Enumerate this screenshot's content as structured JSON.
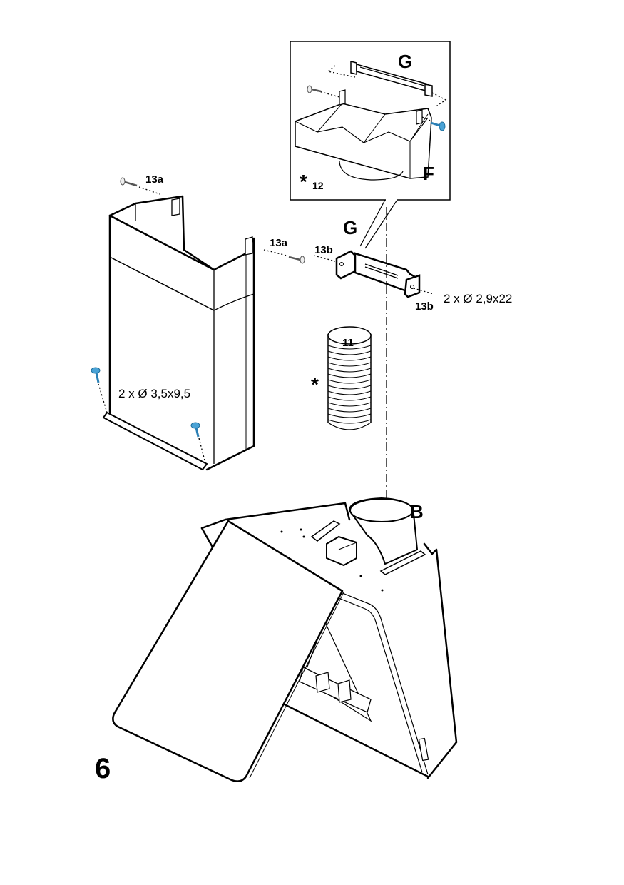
{
  "figure": {
    "step_number": "6",
    "parts": {
      "bracket": "G",
      "bracket_inset": "G",
      "flange": "F",
      "hood_outlet": "B",
      "flex_pipe": "11",
      "inset_note": "*",
      "inset_note_sub": "12",
      "flex_pipe_note": "*"
    },
    "screws": {
      "chimney_top_left": "13a",
      "chimney_top_right": "13a",
      "bracket_left": "13b",
      "bracket_right": "13b",
      "bracket_spec": "2 x Ø 2,9x22",
      "chimney_bottom_spec": "2 x Ø 3,5x9,5"
    },
    "colors": {
      "line": "#000000",
      "screw_highlight": "#4aa3d6",
      "background": "#ffffff"
    }
  }
}
